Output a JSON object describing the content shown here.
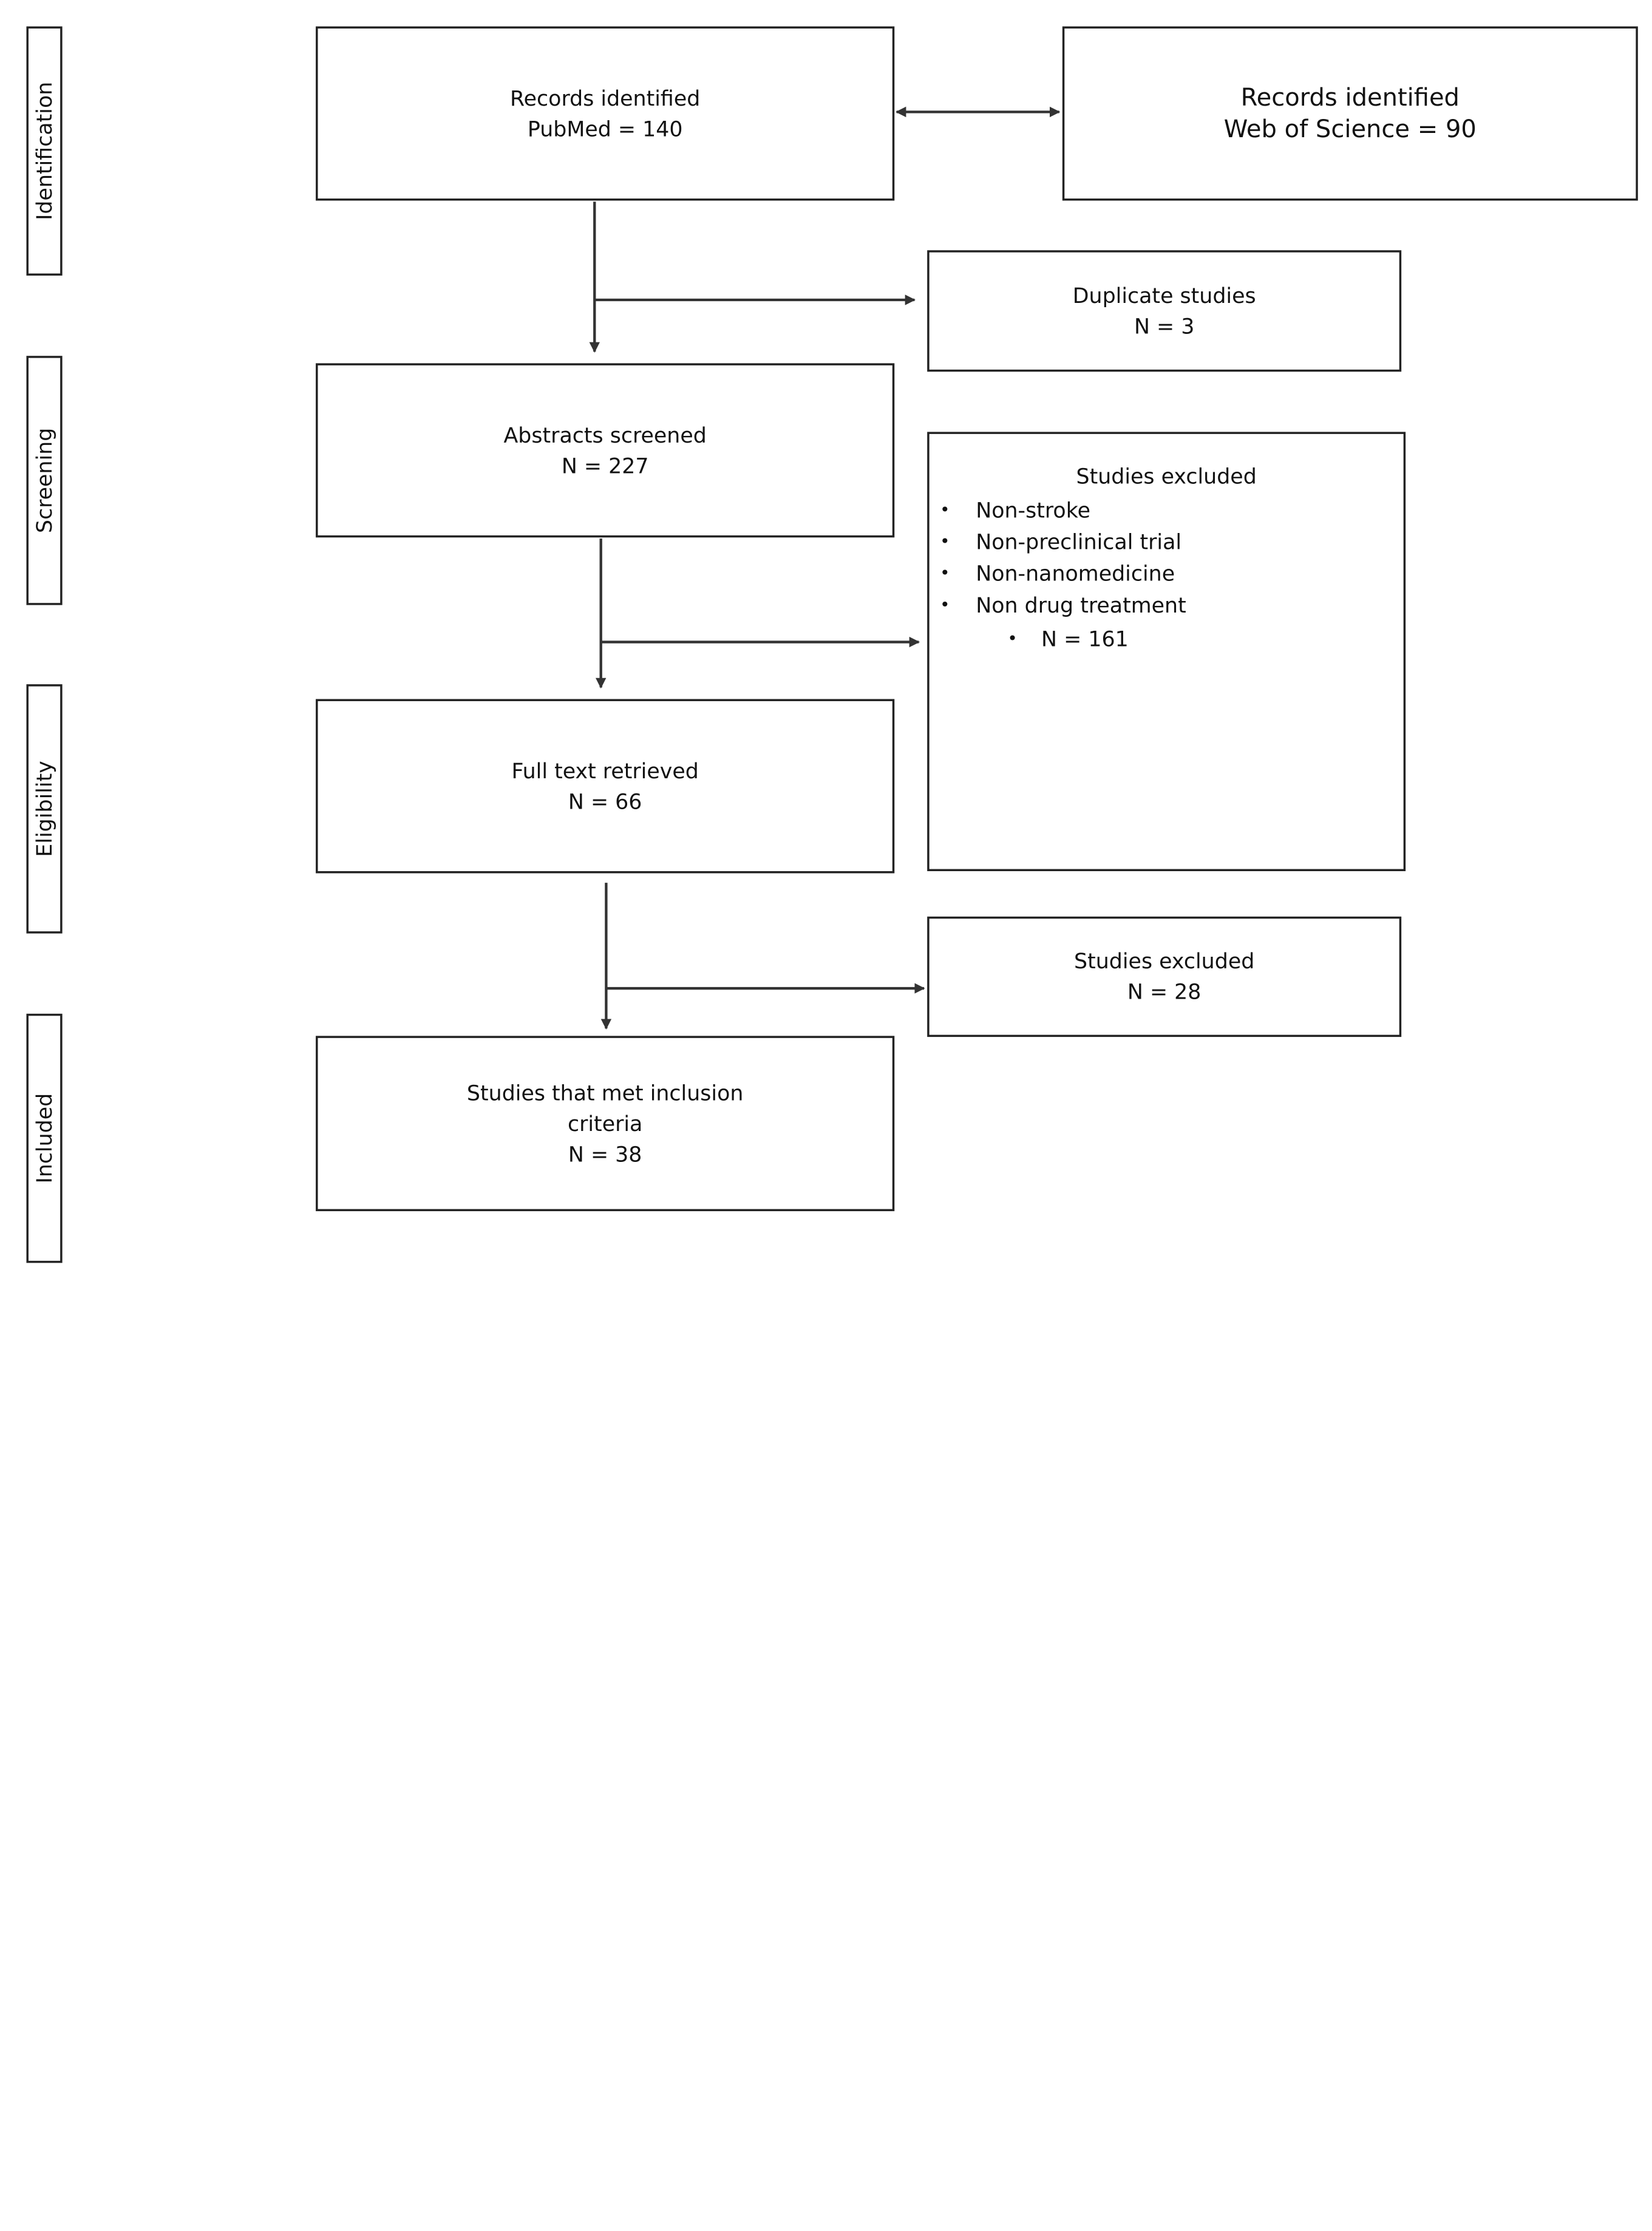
{
  "stages": [
    "Identification",
    "Screening",
    "Eligibility",
    "Included"
  ],
  "boxes": {
    "pubmed": {
      "line1": "Records identified",
      "line2": "PubMed = 140"
    },
    "wos": {
      "line1": "Records identified",
      "line2": "Web of Science = 90"
    },
    "duplicates": {
      "line1": "Duplicate studies",
      "line2": "N = 3"
    },
    "abstracts": {
      "line1": "Abstracts screened",
      "line2": "N = 227"
    },
    "excluded_screening": {
      "title": "Studies excluded",
      "items": [
        "Non-stroke",
        "Non-preclinical trial",
        "Non-nanomedicine",
        "Non drug treatment"
      ],
      "count": "N = 161"
    },
    "fulltext": {
      "line1": "Full text retrieved",
      "line2": "N = 66"
    },
    "excluded_eligibility": {
      "line1": "Studies excluded",
      "line2": "N = 28"
    },
    "included": {
      "line1": "Studies that met inclusion",
      "line2": "criteria",
      "line3": "N = 38"
    }
  },
  "bullet_glyph": "•"
}
